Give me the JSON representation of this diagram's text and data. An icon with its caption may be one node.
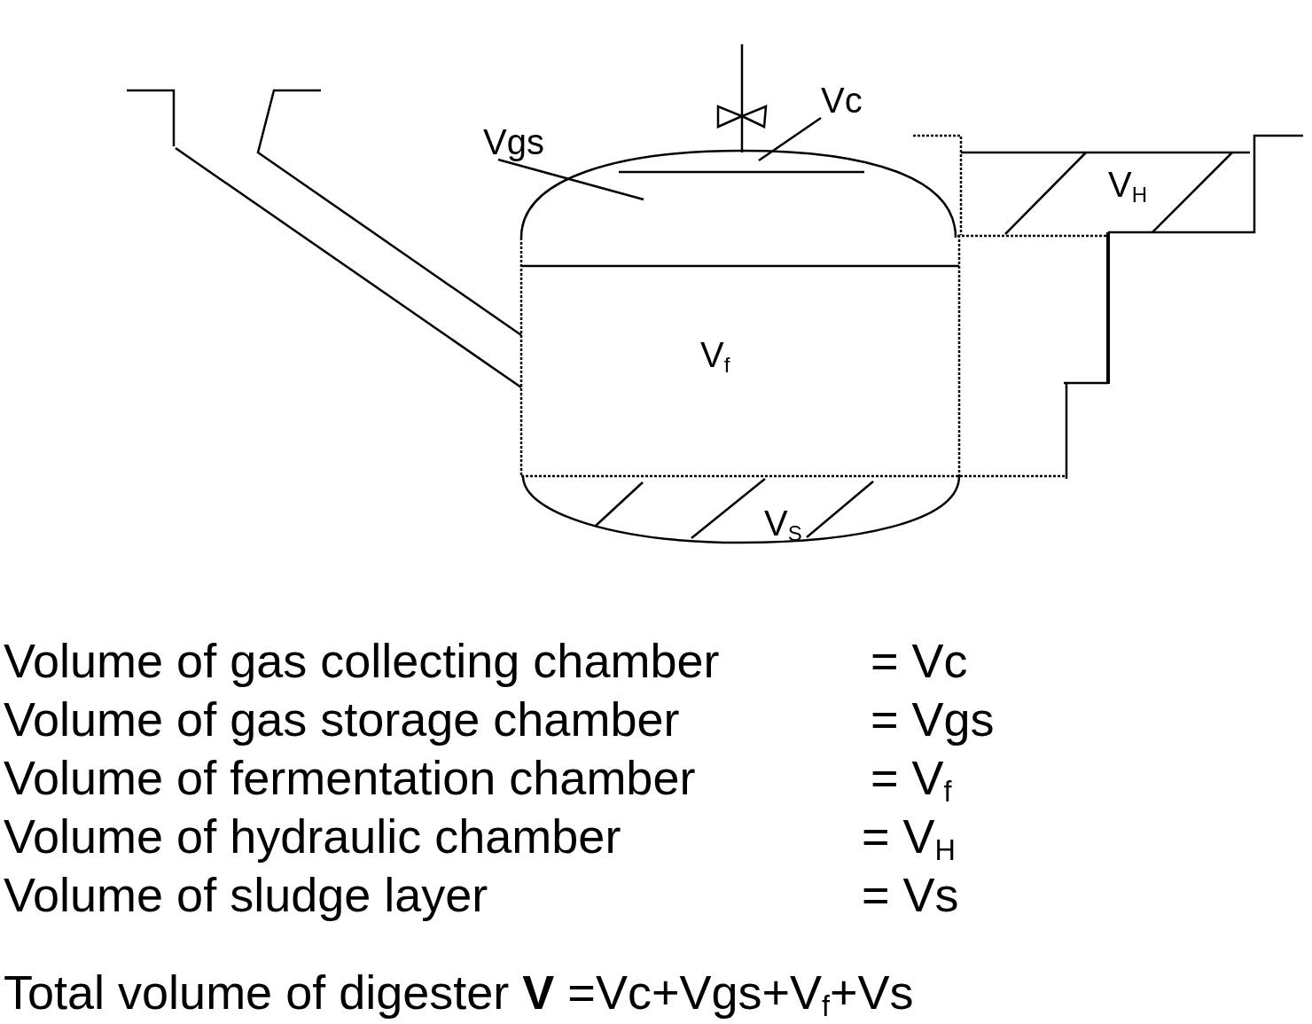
{
  "diagram": {
    "nodes": [
      {
        "text": [
          "Vgs"
        ]
      },
      {
        "text": [
          "Vc"
        ]
      }
    ],
    "edges": [
      {
        "from": 0,
        "to": null,
        "arrow": "none"
      },
      {
        "from": 1,
        "to": null,
        "arrow": "none"
      }
    ],
    "labels": [
      "V$_{H}$",
      "V$_{f}$",
      "V$_{S}$",
      "Volume of gas collecting chamber",
      "= Vc",
      "Volume of gas storage chamber",
      "= Vgs",
      "Volume of fermentation chamber",
      "= V$_{f}$",
      "Volume of hydraulic chamber",
      "=  V$_{H}$",
      "Volume of sludge layer",
      "= Vs",
      "Total volume of digester **V** =Vc+Vgs+V$_{f}$+Vs"
    ]
  }
}
